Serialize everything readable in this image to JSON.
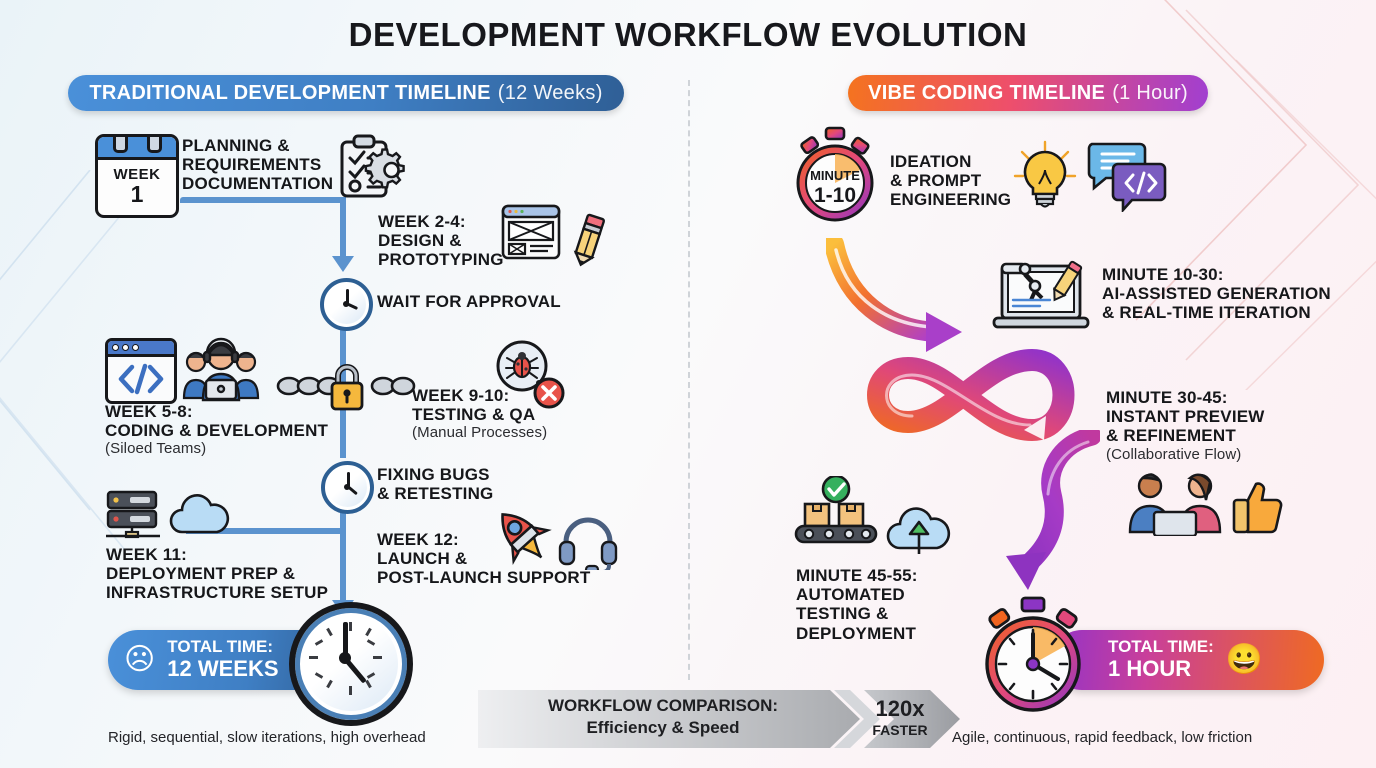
{
  "title": "DEVELOPMENT WORKFLOW EVOLUTION",
  "colors": {
    "traditional_pill_start": "#4a90d9",
    "traditional_pill_end": "#2f5f96",
    "vibe_pill_start": "#f4731f",
    "vibe_pill_mid": "#ee4f6b",
    "vibe_pill_end": "#a13fd0",
    "connector_blue": "#5b93ce",
    "background": "#f6f8fa"
  },
  "left_panel": {
    "pill_title": "TRADITIONAL DEVELOPMENT TIMELINE",
    "pill_suffix": "(12 Weeks)",
    "calendar": {
      "unit": "WEEK",
      "number": "1"
    },
    "steps": [
      {
        "id": "planning",
        "label": "PLANNING &\nREQUIREMENTS\nDOCUMENTATION",
        "line1": "PLANNING &",
        "line2": "REQUIREMENTS",
        "line3": "DOCUMENTATION",
        "icons": [
          "clipboard-checklist-icon",
          "gear-icon"
        ]
      },
      {
        "id": "design",
        "line1": "WEEK 2-4:",
        "line2": "DESIGN &",
        "line3": "PROTOTYPING",
        "icons": [
          "wireframe-window-icon",
          "pencil-icon"
        ]
      },
      {
        "id": "approval",
        "line1": "WAIT FOR APPROVAL",
        "icons": [
          "clock-icon"
        ]
      },
      {
        "id": "coding",
        "line1": "WEEK 5-8:",
        "line2": "CODING & DEVELOPMENT",
        "note": "(Siloed Teams)",
        "icons": [
          "code-window-icon",
          "team-headset-icon"
        ]
      },
      {
        "id": "testing",
        "line1": "WEEK 9-10:",
        "line2": "TESTING & QA",
        "note": "(Manual Processes)",
        "icons": [
          "chain-lock-icon",
          "bug-magnifier-icon"
        ]
      },
      {
        "id": "fixing",
        "line1": "FIXING BUGS",
        "line2": "& RETESTING",
        "icons": [
          "clock-icon"
        ]
      },
      {
        "id": "deployment",
        "line1": "WEEK 11:",
        "line2": "DEPLOYMENT PREP &",
        "line3": "INFRASTRUCTURE SETUP",
        "icons": [
          "server-icon",
          "cloud-icon"
        ]
      },
      {
        "id": "launch",
        "line1": "WEEK 12:",
        "line2": "LAUNCH &",
        "line3": "POST-LAUNCH SUPPORT",
        "icons": [
          "rocket-icon",
          "headset-icon"
        ]
      }
    ],
    "total": {
      "label": "TOTAL TIME:",
      "value": "12 WEEKS",
      "emoji": "☹",
      "emoji_name": "sad-face-emoji"
    },
    "footer": "Rigid, sequential, slow iterations, high overhead"
  },
  "right_panel": {
    "pill_title": "VIBE CODING TIMELINE",
    "pill_suffix": "(1 Hour)",
    "stopwatch": {
      "unit": "MINUTE",
      "number": "1-10"
    },
    "steps": [
      {
        "id": "ideation",
        "line1": "IDEATION",
        "line2": "& PROMPT",
        "line3": "ENGINEERING",
        "icons": [
          "lightbulb-icon",
          "chat-code-bubbles-icon"
        ]
      },
      {
        "id": "ai-generation",
        "line1": "MINUTE 10-30:",
        "line2": "AI-ASSISTED GENERATION",
        "line3": "& REAL-TIME ITERATION",
        "icons": [
          "robot-arm-laptop-icon"
        ]
      },
      {
        "id": "preview",
        "line1": "MINUTE 30-45:",
        "line2": "INSTANT PREVIEW",
        "line3": "& REFINEMENT",
        "note": "(Collaborative Flow)",
        "icons": [
          "infinity-loop-icon",
          "collaboration-icon",
          "thumbs-up-icon"
        ]
      },
      {
        "id": "automated",
        "line1": "MINUTE 45-55:",
        "line2": "AUTOMATED",
        "line3": "TESTING &",
        "line4": "DEPLOYMENT",
        "icons": [
          "conveyor-check-icon",
          "cloud-upload-icon"
        ]
      }
    ],
    "total": {
      "label": "TOTAL TIME:",
      "value": "1 HOUR",
      "emoji": "😀",
      "emoji_name": "happy-face-emoji"
    },
    "footer": "Agile, continuous, rapid feedback, low friction"
  },
  "comparison": {
    "line1": "WORKFLOW COMPARISON:",
    "line2": "Efficiency & Speed",
    "multiplier": "120x",
    "multiplier_sub": "FASTER"
  }
}
